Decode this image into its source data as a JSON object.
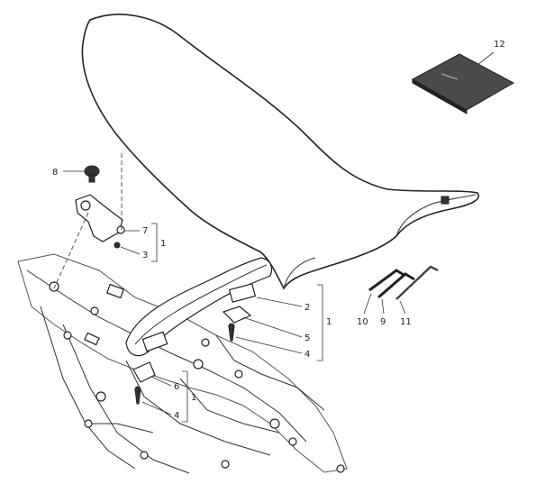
{
  "callouts": {
    "c12": "12",
    "c8": "8",
    "c7": "7",
    "c3": "3",
    "c1a": "1",
    "c2": "2",
    "c5": "5",
    "c4a": "4",
    "c1b": "1",
    "c6": "6",
    "c4b": "4",
    "c1c": "1",
    "c10": "10",
    "c9": "9",
    "c11": "11"
  }
}
